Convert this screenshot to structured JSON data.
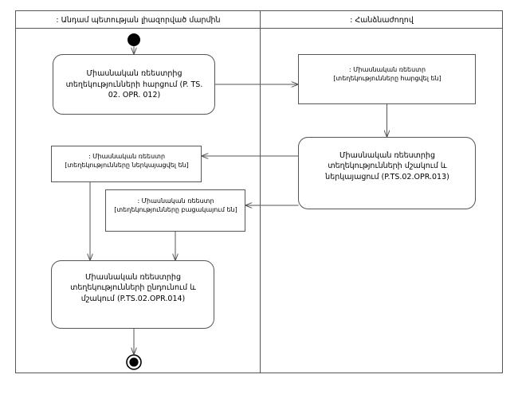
{
  "diagram": {
    "type": "uml-activity-diagram",
    "background_color": "#ffffff",
    "line_color": "#555555",
    "text_color": "#000000",
    "fill_color": "#ffffff"
  },
  "lanes": [
    {
      "name": "member-state-authority",
      "title": ": Անդամ պետության լիազորված մարմին"
    },
    {
      "name": "commission",
      "title": ": Հանձնաժողով"
    }
  ],
  "nodes": {
    "start": {
      "kind": "initial-node",
      "label": ""
    },
    "end": {
      "kind": "final-node",
      "label": ""
    },
    "activity_request": {
      "kind": "activity",
      "lines": [
        "Միասնական ռեեստրից",
        "տեղեկությունների հարցում (P. TS.",
        "02. OPR. 012)"
      ]
    },
    "object_requested": {
      "kind": "object-node",
      "lines": [
        ": Միասնական ռեեստր",
        "[տեղեկությունները հարցվել են]"
      ]
    },
    "activity_process_present": {
      "kind": "activity",
      "lines": [
        "Միասնական ռեեստրից",
        "տեղեկությունների մշակում և",
        "ներկայացում (P.TS.02.OPR.013)"
      ]
    },
    "object_presented": {
      "kind": "object-node",
      "lines": [
        ": Միասնական ռեեստր",
        "[տեղեկությունները ներկայացվել են]"
      ]
    },
    "object_absent": {
      "kind": "object-node",
      "lines": [
        ": Միասնական ռեեստր",
        "[տեղեկությունները բացակայում են]"
      ]
    },
    "activity_receive": {
      "kind": "activity",
      "lines": [
        "Միասնական ռեեստրից",
        "տեղեկությունների ընդունում և",
        "մշակում (P.TS.02.OPR.014)"
      ]
    }
  }
}
